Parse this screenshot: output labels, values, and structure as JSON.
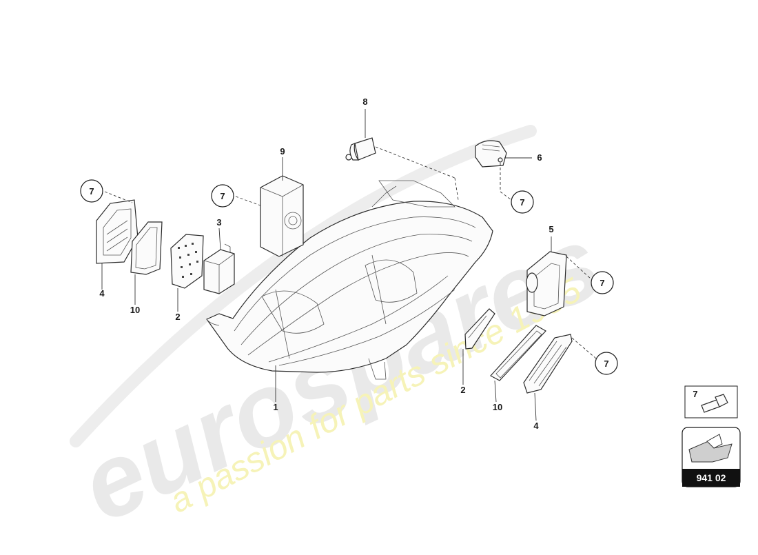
{
  "watermark": {
    "brand": "eurospares",
    "tagline": "a passion for parts since 1985"
  },
  "labels": {
    "l1": "1",
    "l2a": "2",
    "l2b": "2",
    "l3": "3",
    "l4a": "4",
    "l4b": "4",
    "l5": "5",
    "l6": "6",
    "l8": "8",
    "l9": "9",
    "l10a": "10",
    "l10b": "10"
  },
  "circled_labels": {
    "c1": "7",
    "c2": "7",
    "c3": "7",
    "c4": "7",
    "c5": "7"
  },
  "legend_box": {
    "number": "7"
  },
  "page_badge": {
    "code": "941 02"
  },
  "colors": {
    "watermark_grey": "#e9e9e9",
    "watermark_yellow": "#f6f3b8",
    "badge_bg": "#111111"
  }
}
